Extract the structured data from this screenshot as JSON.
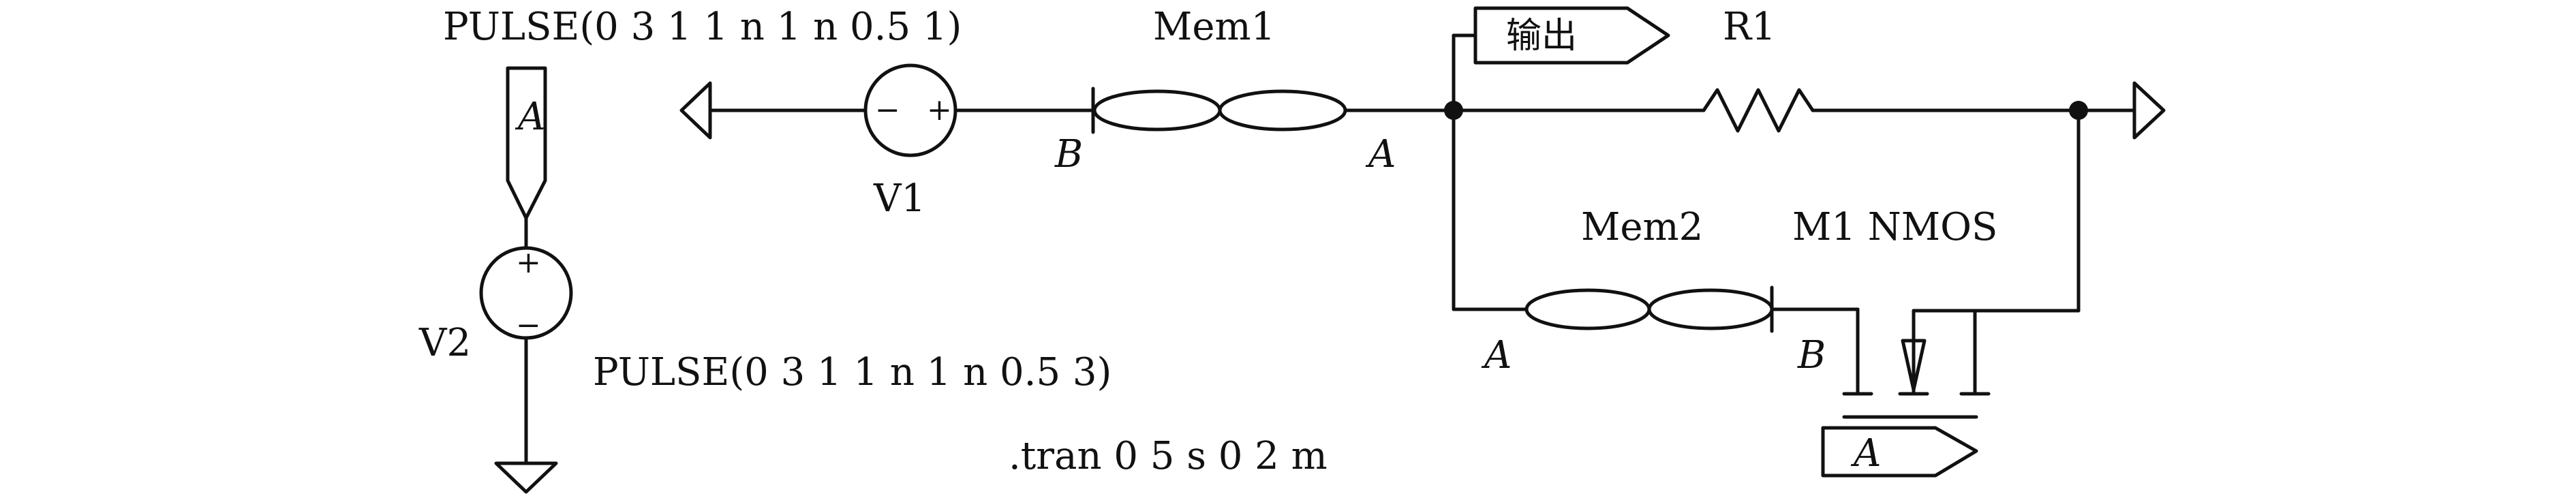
{
  "diagram": {
    "v1_label": "V1",
    "v1_minus": "−",
    "v1_plus": "+",
    "v1_pulse": "PULSE(0 3 1 1 n 1 n 0.5 1)",
    "v1_control_label": "A",
    "v2_label": "V2",
    "v2_plus": "+",
    "v2_minus": "−",
    "v2_pulse": "PULSE(0 3 1 1 n 1 n 0.5 3)",
    "mem1_label": "Mem1",
    "mem1_B": "B",
    "mem1_A": "A",
    "out_label": "输出",
    "r1_label": "R1",
    "mem2_label": "Mem2",
    "mem2_A": "A",
    "mem2_B": "B",
    "m1_label": "M1 NMOS",
    "gate_label": "A",
    "tran": ".tran 0 5 s  0 2 m"
  }
}
